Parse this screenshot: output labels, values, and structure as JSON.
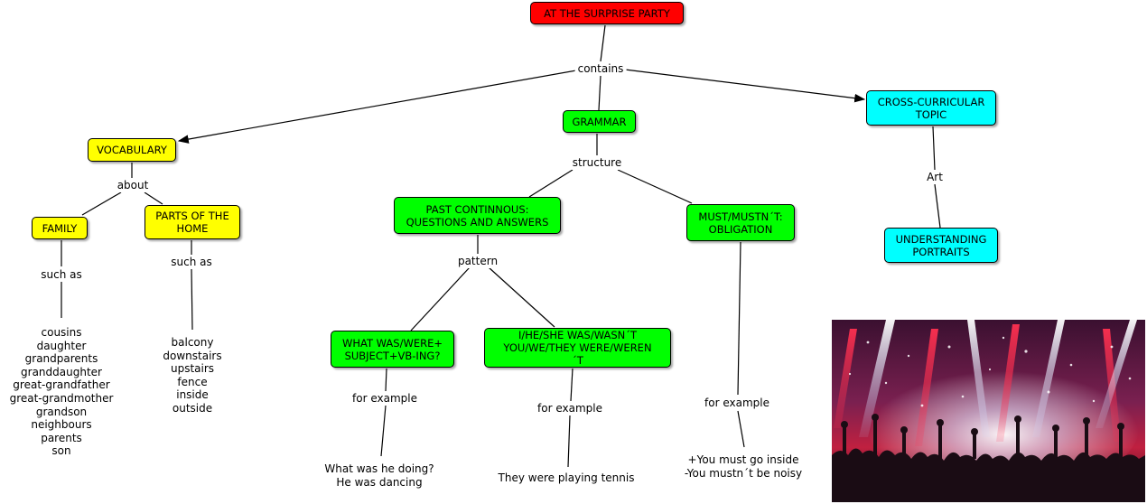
{
  "concept_map": {
    "root": "AT THE SURPRISE PARTY",
    "root_link": "contains",
    "vocabulary": {
      "title": "VOCABULARY",
      "link": "about",
      "family": {
        "title": "FAMILY",
        "link": "such as",
        "words": [
          "cousins",
          "daughter",
          "grandparents",
          "granddaughter",
          "great-grandfather",
          "great-grandmother",
          "grandson",
          "neighbours",
          "parents",
          "son"
        ]
      },
      "home": {
        "title": "PARTS OF THE HOME",
        "link": "such as",
        "words": [
          "balcony",
          "downstairs",
          "upstairs",
          "fence",
          "inside",
          "outside"
        ]
      }
    },
    "grammar": {
      "title": "GRAMMAR",
      "link": "structure",
      "past_continuous": {
        "title": "PAST CONTINNOUS: QUESTIONS AND ANSWERS",
        "link": "pattern",
        "questions": {
          "title": "WHAT WAS/WERE+ SUBJECT+VB-ING?",
          "link": "for example",
          "example_lines": [
            "What was he doing?",
            "He was dancing"
          ]
        },
        "answers": {
          "title": "I/HE/SHE WAS/WASN´T YOU/WE/THEY WERE/WEREN´T",
          "link": "for example",
          "example": "They were playing tennis"
        }
      },
      "must": {
        "title": "MUST/MUSTN´T: OBLIGATION",
        "link": "for example",
        "example_lines": [
          "+You must go inside",
          "-You mustn´t be noisy"
        ]
      }
    },
    "cross_curricular": {
      "title": "CROSS-CURRICULAR TOPIC",
      "link": "Art",
      "portraits": "UNDERSTANDING PORTRAITS"
    }
  },
  "colors": {
    "root": "#ff0000",
    "vocabulary": "#ffff00",
    "grammar": "#00ff00",
    "cross_curricular": "#00ffff"
  },
  "photo": "concert-crowd-photo"
}
